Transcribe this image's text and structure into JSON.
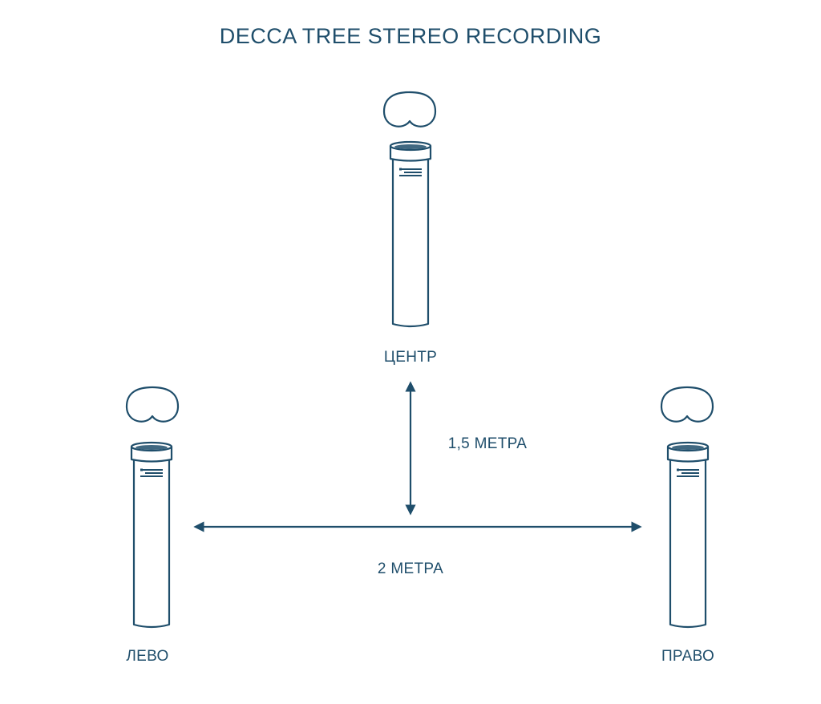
{
  "title": "DECCA TREE STEREO RECORDING",
  "microphones": {
    "center": {
      "label": "ЦЕНТР",
      "pattern": "cardioid-icon"
    },
    "left": {
      "label": "ЛЕВО",
      "pattern": "cardioid-icon"
    },
    "right": {
      "label": "ПРАВО",
      "pattern": "cardioid-icon"
    }
  },
  "distances": {
    "vertical": "1,5 МЕТРА",
    "horizontal": "2 МЕТРА"
  },
  "colors": {
    "ink": "#1f4e6b",
    "background": "#ffffff"
  }
}
